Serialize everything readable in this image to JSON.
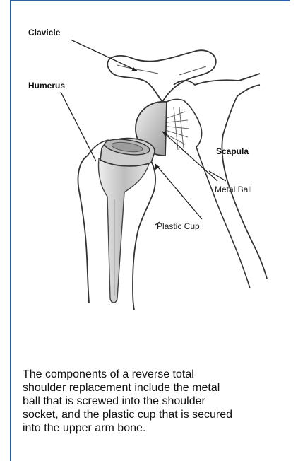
{
  "labels": {
    "clavicle": "Clavicle",
    "humerus": "Humerus",
    "scapula": "Scapula",
    "metal_ball": "Metal Ball",
    "plastic_cup": "Plastic Cup"
  },
  "caption": "The components of a reverse total shoulder replacement include the metal ball that is screwed into the shoulder socket, and the plastic cup that is secured into the upper arm bone.",
  "colors": {
    "frame_border": "#2b5fa8",
    "bone_outline": "#333333",
    "implant_fill": "#d8d8d8"
  }
}
